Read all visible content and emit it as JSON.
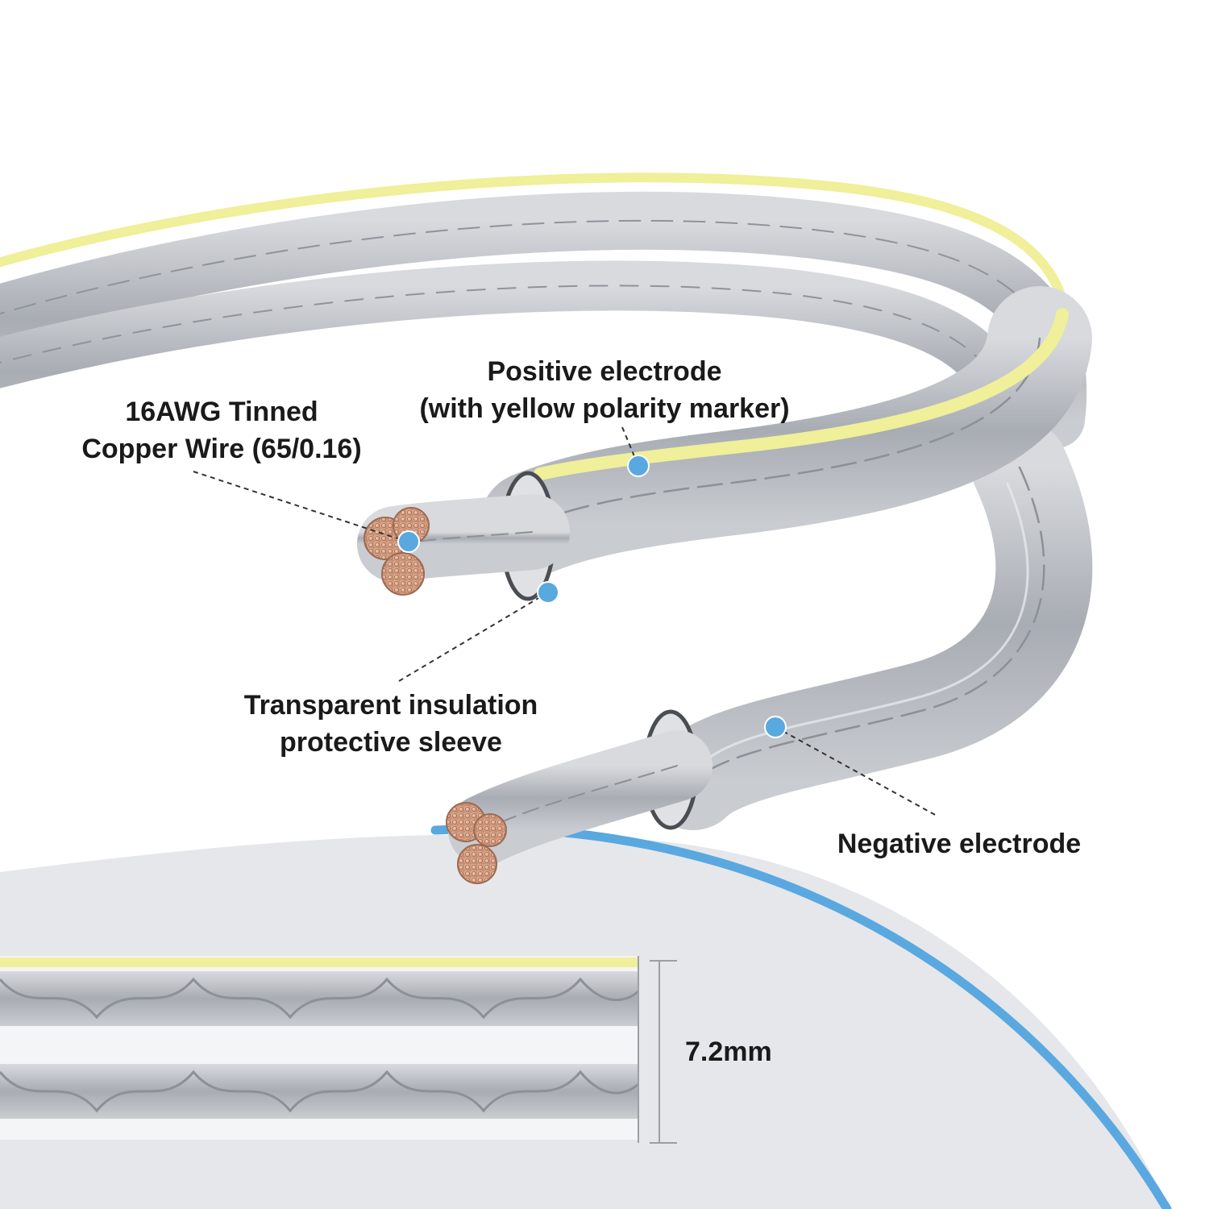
{
  "labels": {
    "tinned_copper_wire": {
      "line1": "16AWG Tinned",
      "line2": "Copper Wire (65/0.16)"
    },
    "positive_electrode": {
      "line1": "Positive electrode",
      "line2": "(with yellow polarity marker)"
    },
    "insulation_sleeve": {
      "line1": "Transparent insulation",
      "line2": "protective sleeve"
    },
    "negative_electrode": "Negative electrode",
    "cable_width": "7.2mm"
  },
  "colors": {
    "marker_dot": "#5aa8e0",
    "polarity_stripe": "#f0ef9a",
    "tinned_strand": "#b9bcc2",
    "copper_core": "#d9a98f",
    "backdrop": "#e6e7ea",
    "accent_arc": "#5aa8e0"
  },
  "icons": {
    "callout_marker": "blue-dot-icon",
    "dimension_marker": "vertical-bracket-icon"
  }
}
